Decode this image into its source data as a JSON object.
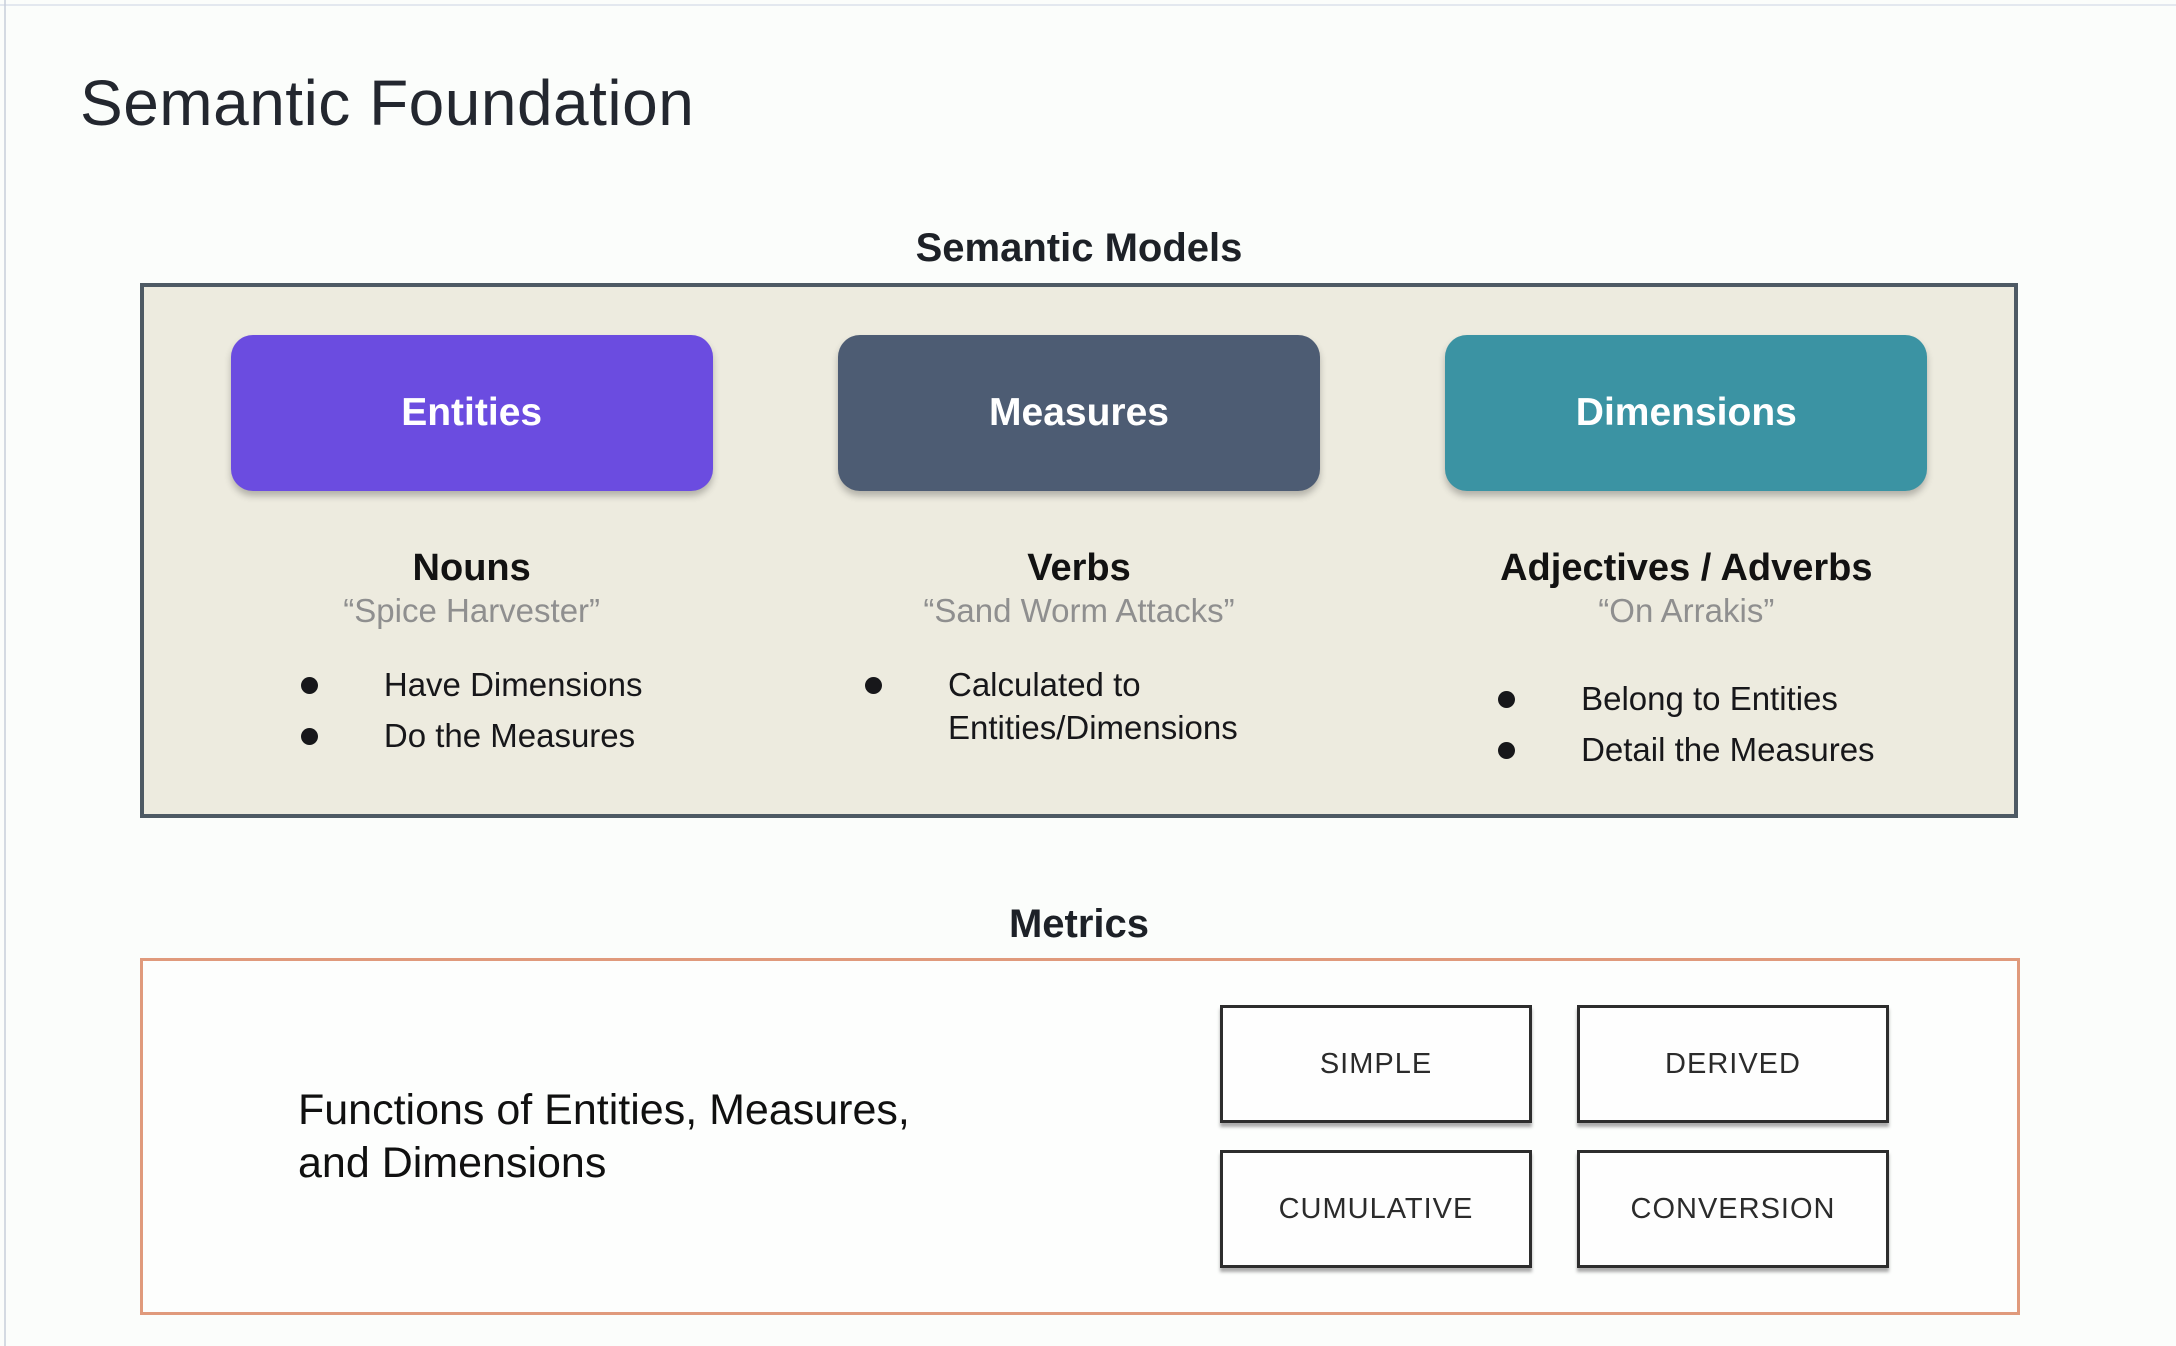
{
  "slide": {
    "title": "Semantic Foundation"
  },
  "semantic_models": {
    "heading": "Semantic Models",
    "panel_background": "#edebdf",
    "panel_border": "#4e5a64",
    "columns": [
      {
        "button": "Entities",
        "button_color": "#6b4ce0",
        "heading": "Nouns",
        "quote": "“Spice Harvester”",
        "bullets": [
          "Have Dimensions",
          "Do the Measures"
        ]
      },
      {
        "button": "Measures",
        "button_color": "#4d5c73",
        "heading": "Verbs",
        "quote": "“Sand Worm Attacks”",
        "bullets": [
          "Calculated to Entities/Dimensions"
        ]
      },
      {
        "button": "Dimensions",
        "button_color": "#3b93a3",
        "heading": "Adjectives / Adverbs",
        "quote": "“On Arrakis”",
        "bullets": [
          "Belong to Entities",
          "Detail the Measures"
        ]
      }
    ]
  },
  "metrics": {
    "heading": "Metrics",
    "border_color": "#e09a7c",
    "description": "Functions of Entities, Measures, and Dimensions",
    "types": [
      "SIMPLE",
      "DERIVED",
      "CUMULATIVE",
      "CONVERSION"
    ]
  }
}
